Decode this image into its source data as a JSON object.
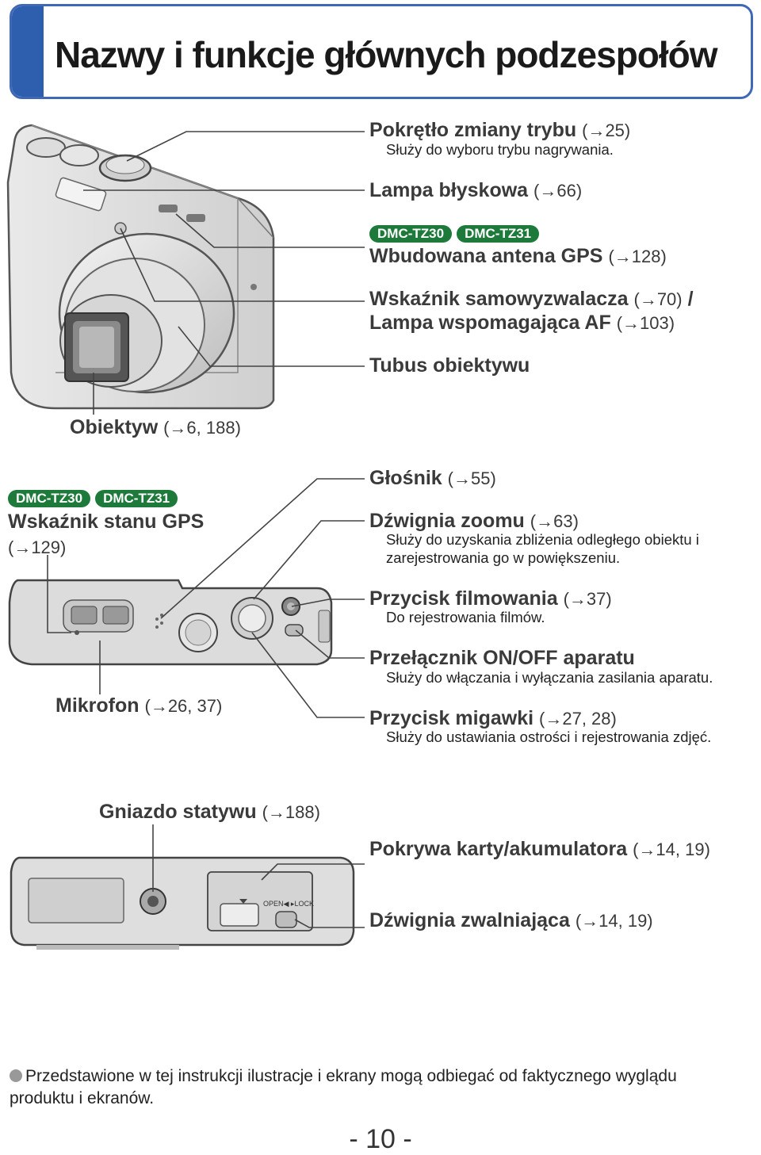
{
  "header": {
    "title": "Nazwy i funkcje głównych podzespołów"
  },
  "front": {
    "mode_dial": {
      "name": "Pokrętło zmiany trybu",
      "ref": "(→25)",
      "desc": "Służy do wyboru trybu nagrywania."
    },
    "flash": {
      "name": "Lampa błyskowa",
      "ref": "(→66)"
    },
    "gps_antenna": {
      "badges": [
        "DMC-TZ30",
        "DMC-TZ31"
      ],
      "name": "Wbudowana antena GPS",
      "ref": "(→128)"
    },
    "self_timer": {
      "name": "Wskaźnik samowyzwalacza",
      "ref": "(→70)",
      "sep": "/"
    },
    "af_lamp": {
      "name": "Lampa wspomagająca AF",
      "ref": "(→103)"
    },
    "lens_barrel": {
      "name": "Tubus obiektywu"
    },
    "lens": {
      "name": "Obiektyw",
      "ref": "(→6, 188)"
    }
  },
  "top": {
    "gps_status": {
      "badges": [
        "DMC-TZ30",
        "DMC-TZ31"
      ],
      "name": "Wskaźnik stanu GPS",
      "ref": "(→129)"
    },
    "speaker": {
      "name": "Głośnik",
      "ref": "(→55)"
    },
    "zoom_lever": {
      "name": "Dźwignia zoomu",
      "ref": "(→63)",
      "desc1": "Służy do uzyskania zbliżenia odległego obiektu i",
      "desc2": "zarejestrowania go w powiększeniu."
    },
    "movie_button": {
      "name": "Przycisk filmowania",
      "ref": "(→37)",
      "desc": "Do rejestrowania filmów."
    },
    "power_switch": {
      "name": "Przełącznik ON/OFF aparatu",
      "desc": "Służy do włączania i wyłączania zasilania aparatu."
    },
    "shutter": {
      "name": "Przycisk migawki",
      "ref": "(→27, 28)",
      "desc": "Służy do ustawiania ostrości i rejestrowania zdjęć."
    },
    "microphone": {
      "name": "Mikrofon",
      "ref": "(→26, 37)"
    }
  },
  "bottom": {
    "tripod": {
      "name": "Gniazdo statywu",
      "ref": "(→188)"
    },
    "card_door": {
      "name": "Pokrywa karty/akumulatora",
      "ref": "(→14, 19)"
    },
    "release_lever": {
      "name": "Dźwignia zwalniająca",
      "ref": "(→14, 19)"
    },
    "door_marking": "OPEN◀ ▸LOCK"
  },
  "footnote": "Przedstawione w tej instrukcji ilustracje i ekrany mogą odbiegać od faktycznego wyglądu produktu i ekranów.",
  "page_number": "- 10 -",
  "colors": {
    "accent_blue": "#2e5fae",
    "badge_green": "#1d7a3a"
  }
}
